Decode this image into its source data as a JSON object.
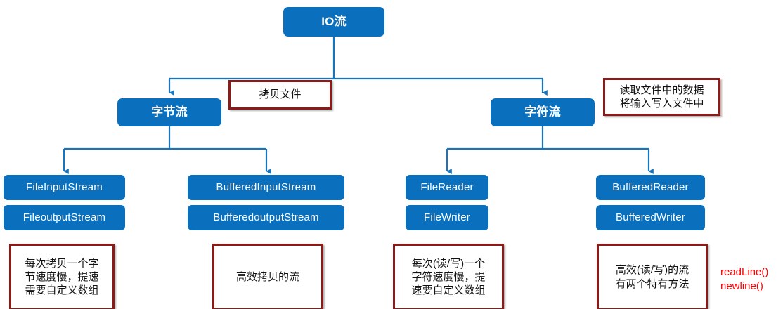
{
  "diagram": {
    "title": "IO流",
    "theme": {
      "node_fill": "#0a70bd",
      "node_text": "#ffffff",
      "note_border": "#8d1a16",
      "note_fill": "#ffffff",
      "connector": "#1874bd",
      "accent_red_text": "#fe0000",
      "background": "#ffffff"
    },
    "root": {
      "label": "IO流"
    },
    "branches": [
      {
        "label": "字节流"
      },
      {
        "label": "字符流"
      }
    ],
    "leaves": [
      {
        "top": "FileInputStream",
        "bottom": "FileoutputStream"
      },
      {
        "top": "BufferedInputStream",
        "bottom": "BufferedoutputStream"
      },
      {
        "top": "FileReader",
        "bottom": "FileWriter"
      },
      {
        "top": "BufferedReader",
        "bottom": "BufferedWriter"
      }
    ],
    "notes": [
      {
        "text": "拷贝文件"
      },
      {
        "text": "读取文件中的数据\n将输入写入文件中"
      },
      {
        "text": "每次拷贝一个字\n节速度慢，提速\n需要自定义数组"
      },
      {
        "text": "高效拷贝的流"
      },
      {
        "text": "每次(读/写)一个\n字符速度慢，提\n速要自定义数组"
      },
      {
        "text": "高效(读/写)的流\n有两个特有方法"
      }
    ],
    "annotations": [
      {
        "text": "readLine()\nnewline()"
      }
    ]
  }
}
